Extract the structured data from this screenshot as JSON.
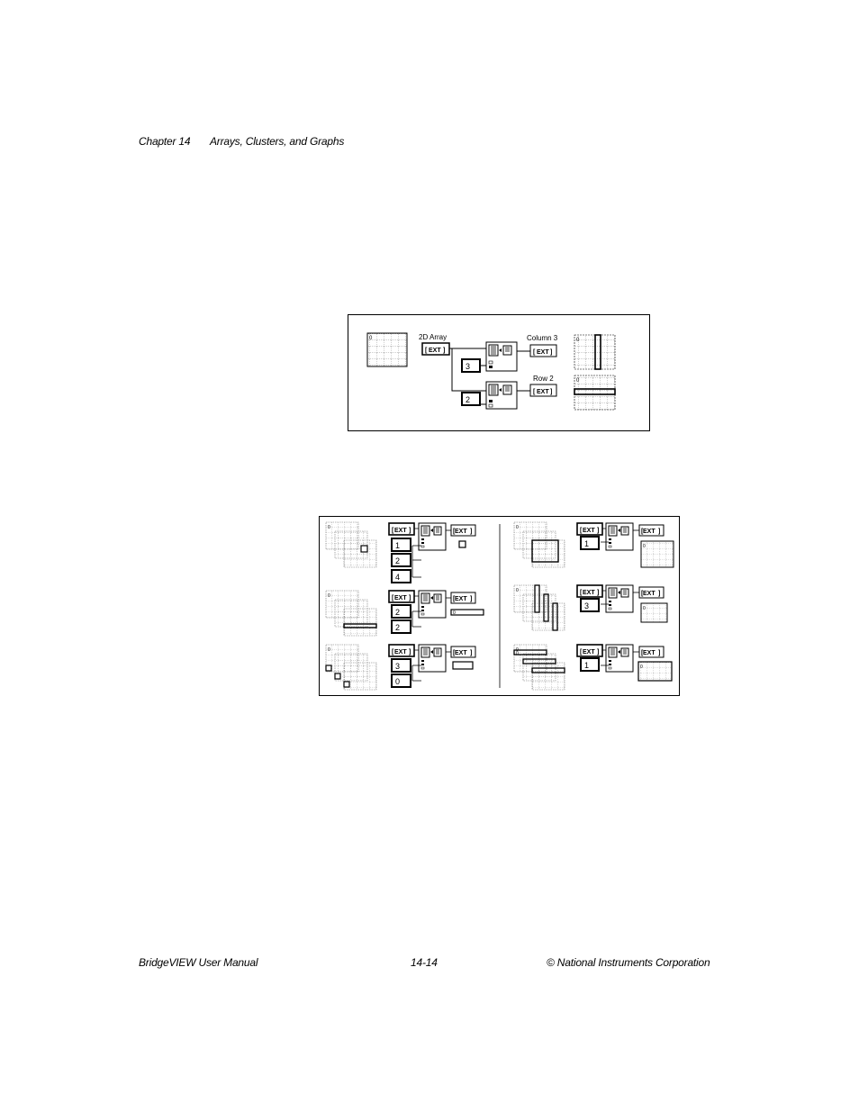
{
  "header": {
    "chapter": "Chapter 14",
    "title": "Arrays, Clusters, and Graphs"
  },
  "figure1": {
    "array_label": "2D Array",
    "type_label": "EXT",
    "column_index": "3",
    "row_index": "2",
    "column_label": "Column 3",
    "row_label": "Row 2"
  },
  "figure2": {
    "type_label": "EXT",
    "left": [
      {
        "indices": [
          "1",
          "2",
          "4"
        ]
      },
      {
        "indices": [
          "2",
          "2"
        ]
      },
      {
        "indices": [
          "3",
          "0"
        ]
      }
    ],
    "right": [
      {
        "indices": [
          "1"
        ]
      },
      {
        "indices": [
          "3"
        ]
      },
      {
        "indices": [
          "1"
        ]
      }
    ]
  },
  "footer": {
    "manual": "BridgeVIEW User Manual",
    "page": "14-14",
    "copyright": "© National Instruments Corporation"
  }
}
